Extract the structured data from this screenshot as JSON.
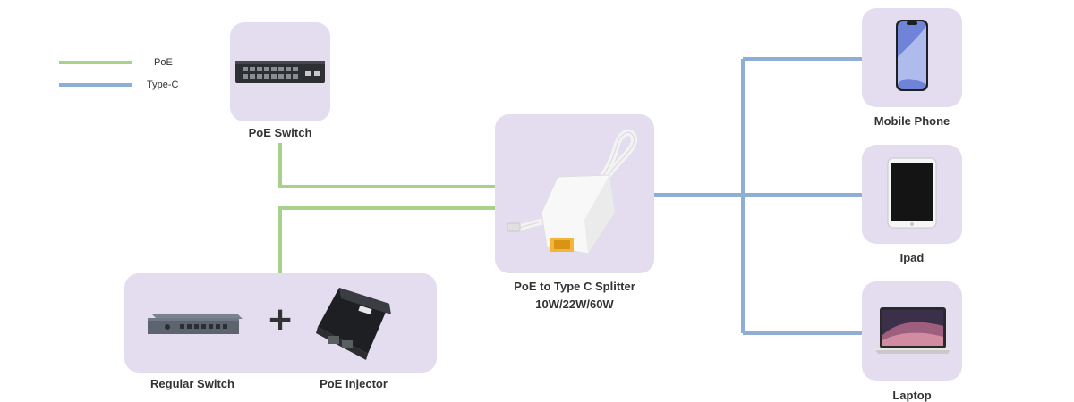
{
  "legend": [
    {
      "label": "PoE",
      "color": "#a9d18e"
    },
    {
      "label": "Type-C",
      "color": "#8eaed4"
    }
  ],
  "nodes": {
    "poe_switch": {
      "label": "PoE Switch",
      "icon": "network-switch-icon"
    },
    "regular_switch": {
      "label": "Regular Switch",
      "icon": "network-switch-icon"
    },
    "plus": {
      "label": "+"
    },
    "poe_injector": {
      "label": "PoE Injector",
      "icon": "poe-injector-icon"
    },
    "splitter": {
      "label": "PoE to Type C Splitter",
      "sublabel": "10W/22W/60W",
      "icon": "splitter-icon"
    },
    "mobile_phone": {
      "label": "Mobile Phone",
      "icon": "phone-icon"
    },
    "ipad": {
      "label": "Ipad",
      "icon": "tablet-icon"
    },
    "laptop": {
      "label": "Laptop",
      "icon": "laptop-icon"
    }
  },
  "colors": {
    "card": "#e4ddf0",
    "poe_line": "#a9d18e",
    "typec_line": "#8eaed4"
  }
}
